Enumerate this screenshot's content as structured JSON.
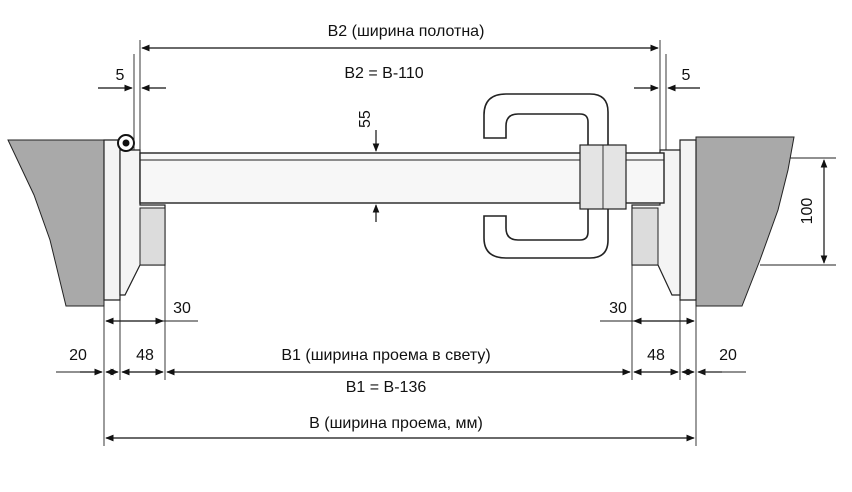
{
  "labels": {
    "b2_title": "B2 (ширина полотна)",
    "b2_formula": "B2 = B-110",
    "gap_left": "5",
    "gap_right": "5",
    "leaf_thickness": "55",
    "frame_depth": "100",
    "frame_left": "30",
    "frame_right": "30",
    "outer_left": "20",
    "outer_right": "20",
    "inner_left": "48",
    "inner_right": "48",
    "b1_title": "B1 (ширина проема в свету)",
    "b1_formula": "B1 = B-136",
    "b_title": "B (ширина проема, мм)"
  },
  "colors": {
    "line": "#111111",
    "wall_fill": "#a9a9a9",
    "background": "#ffffff"
  }
}
